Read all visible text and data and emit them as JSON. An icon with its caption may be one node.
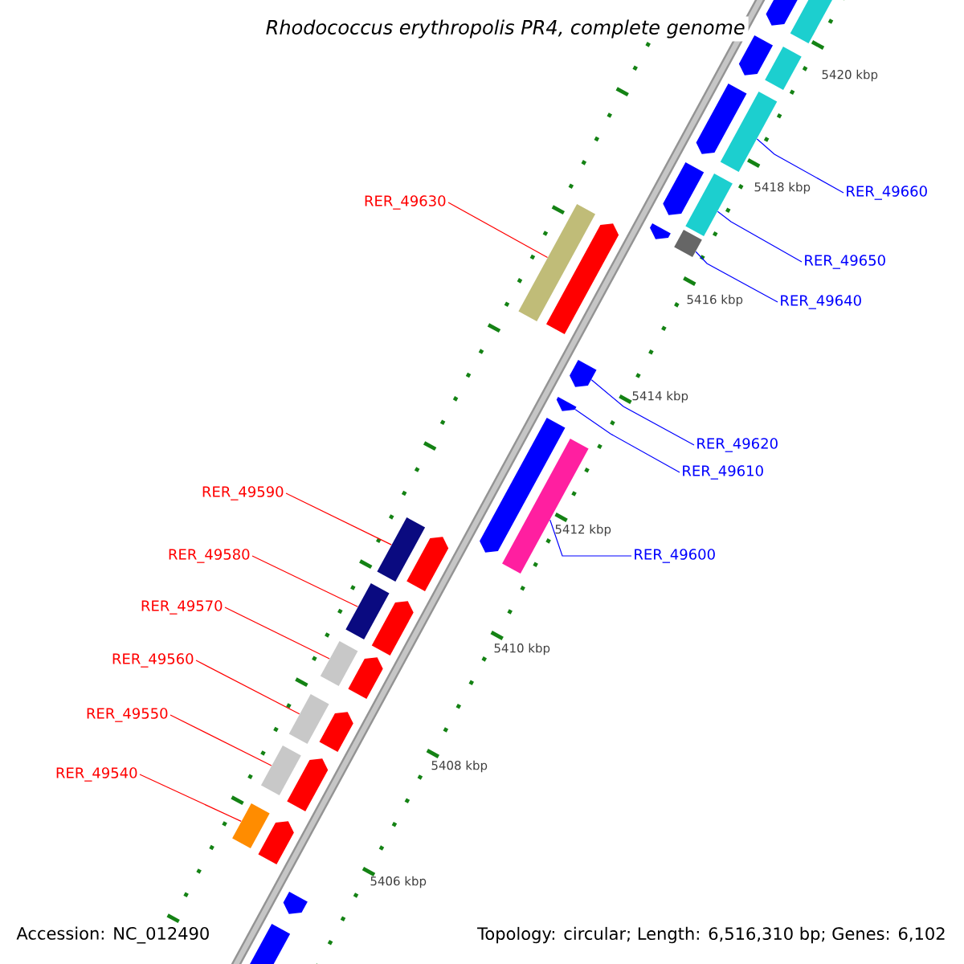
{
  "diagram": {
    "title": "Rhodococcus erythropolis PR4, complete genome",
    "nodes": [
      {
        "text": [
          "RER_49630"
        ]
      },
      {
        "text": [],
        "shape": "bar"
      },
      {
        "text": [
          "RER_49660"
        ]
      },
      {
        "text": [],
        "shape": "bar"
      },
      {
        "text": [
          "RER_49650"
        ]
      },
      {
        "text": [],
        "shape": "bar"
      },
      {
        "text": [
          "RER_49640"
        ]
      },
      {
        "text": [],
        "shape": "bar"
      },
      {
        "text": [
          "RER_49620"
        ]
      },
      {
        "text": [],
        "shape": "arrow"
      },
      {
        "text": [
          "RER_49610"
        ]
      },
      {
        "text": [],
        "shape": "arrow"
      },
      {
        "text": [
          "RER_49600"
        ]
      },
      {
        "text": [],
        "shape": "bar"
      },
      {
        "text": [
          "RER_49590"
        ]
      },
      {
        "text": [],
        "shape": "bar"
      },
      {
        "text": [
          "RER_49580"
        ]
      },
      {
        "text": [],
        "shape": "bar"
      },
      {
        "text": [
          "RER_49570"
        ]
      },
      {
        "text": [],
        "shape": "bar"
      },
      {
        "text": [
          "RER_49560"
        ]
      },
      {
        "text": [],
        "shape": "bar"
      },
      {
        "text": [
          "RER_49550"
        ]
      },
      {
        "text": [],
        "shape": "bar"
      },
      {
        "text": [
          "RER_49540"
        ]
      },
      {
        "text": [],
        "shape": "bar"
      },
      {
        "text": [],
        "shape": "bar"
      },
      {
        "text": [],
        "shape": "arrow"
      },
      {
        "text": [],
        "shape": "arrow"
      },
      {
        "text": [],
        "shape": "bar"
      },
      {
        "text": [],
        "shape": "arrow"
      },
      {
        "text": [],
        "shape": "arrow"
      },
      {
        "text": [],
        "shape": "arrow"
      },
      {
        "text": [],
        "shape": "arrow"
      },
      {
        "text": [],
        "shape": "arrow"
      },
      {
        "text": [],
        "shape": "arrow"
      },
      {
        "text": [],
        "shape": "arrow"
      },
      {
        "text": [],
        "shape": "arrow"
      },
      {
        "text": [],
        "shape": "arrow"
      },
      {
        "text": [],
        "shape": "arrow"
      },
      {
        "text": [],
        "shape": "arrow"
      },
      {
        "text": [],
        "shape": "arrow"
      },
      {
        "text": [],
        "shape": "arrow"
      }
    ],
    "edges": [
      {
        "from": 0,
        "to": 1,
        "arrow": "none",
        "color": "#ff0000"
      },
      {
        "from": 2,
        "to": 3,
        "arrow": "none",
        "color": "#0000ff"
      },
      {
        "from": 4,
        "to": 5,
        "arrow": "none",
        "color": "#0000ff"
      },
      {
        "from": 6,
        "to": 7,
        "arrow": "none",
        "color": "#0000ff"
      },
      {
        "from": 8,
        "to": 9,
        "arrow": "none",
        "color": "#0000ff"
      },
      {
        "from": 10,
        "to": 11,
        "arrow": "none",
        "color": "#0000ff"
      },
      {
        "from": 12,
        "to": 13,
        "arrow": "none",
        "color": "#0000ff"
      },
      {
        "from": 14,
        "to": 15,
        "arrow": "none",
        "color": "#ff0000"
      },
      {
        "from": 16,
        "to": 17,
        "arrow": "none",
        "color": "#ff0000"
      },
      {
        "from": 18,
        "to": 19,
        "arrow": "none",
        "color": "#ff0000"
      },
      {
        "from": 20,
        "to": 21,
        "arrow": "none",
        "color": "#ff0000"
      },
      {
        "from": 22,
        "to": 23,
        "arrow": "none",
        "color": "#ff0000"
      },
      {
        "from": 24,
        "to": 25,
        "arrow": "none",
        "color": "#ff0000"
      }
    ],
    "labels": [
      "5420 kbp",
      "5418 kbp",
      "5416 kbp",
      "5414 kbp",
      "5412 kbp",
      "5410 kbp",
      "5408 kbp",
      "5406 kbp",
      "Accession: NC_012490",
      "Topology: circular; Length: 6,516,310 bp; Genes: 6,102"
    ]
  }
}
